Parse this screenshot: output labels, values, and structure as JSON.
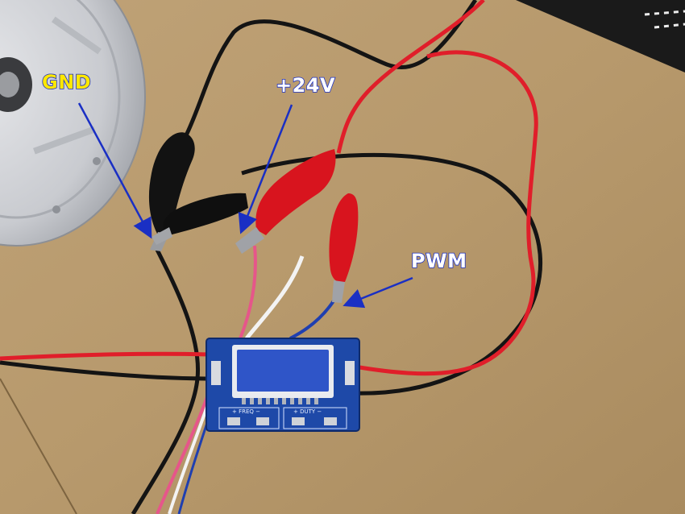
{
  "labels": {
    "gnd": "GND",
    "v24": "+24V",
    "pwm": "PWM"
  },
  "board": {
    "freq": "+ FREQ −",
    "duty": "+ DUTY −"
  },
  "colors": {
    "cardboard": "#b89a6e",
    "board_pcb": "#1e49a8",
    "lcd": "#2f55c8",
    "arrow": "#1a2fc4",
    "wire_red": "#e01e2a",
    "wire_black": "#141414"
  }
}
